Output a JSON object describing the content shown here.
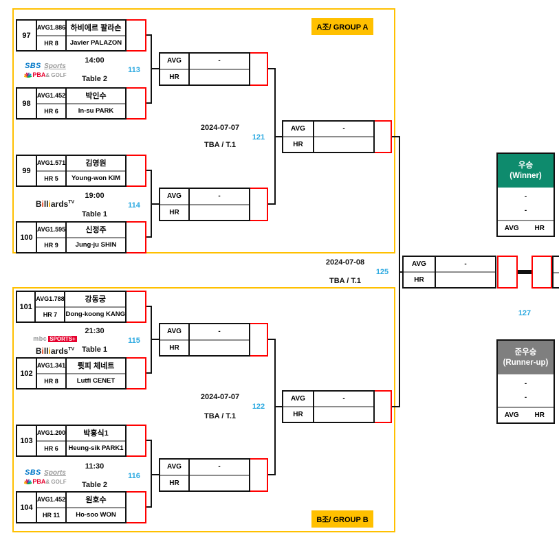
{
  "labels": {
    "avg": "AVG",
    "hr": "HR"
  },
  "groups": [
    {
      "label": "A조/ GROUP A",
      "players": [
        {
          "num": "97",
          "avg": "AVG1.886",
          "hr": "HR 8",
          "name_kr": "하비에르 팔라손",
          "name_en": "Javier PALAZON"
        },
        {
          "num": "98",
          "avg": "AVG1.452",
          "hr": "HR 6",
          "name_kr": "박인수",
          "name_en": "In-su PARK"
        },
        {
          "num": "99",
          "avg": "AVG1.571",
          "hr": "HR 5",
          "name_kr": "김영원",
          "name_en": "Young-won KIM"
        },
        {
          "num": "100",
          "avg": "AVG1.595",
          "hr": "HR 9",
          "name_kr": "신정주",
          "name_en": "Jung-ju SHIN"
        }
      ],
      "matches": [
        {
          "no": "113",
          "time": "14:00",
          "table": "Table 2",
          "avg_value": "-",
          "hr_value": ""
        },
        {
          "no": "114",
          "time": "19:00",
          "table": "Table 1",
          "avg_value": "-",
          "hr_value": ""
        }
      ],
      "semifinal": {
        "no": "121",
        "date": "2024-07-07",
        "venue": "TBA / T.1",
        "avg_value": "-",
        "hr_value": ""
      }
    },
    {
      "label": "B조/ GROUP B",
      "players": [
        {
          "num": "101",
          "avg": "AVG1.788",
          "hr": "HR 7",
          "name_kr": "강동궁",
          "name_en": "Dong-koong KANG"
        },
        {
          "num": "102",
          "avg": "AVG1.341",
          "hr": "HR 8",
          "name_kr": "륏피 체네트",
          "name_en": "Lutfi CENET"
        },
        {
          "num": "103",
          "avg": "AVG1.200",
          "hr": "HR 6",
          "name_kr": "박홍식1",
          "name_en": "Heung-sik PARK1"
        },
        {
          "num": "104",
          "avg": "AVG1.452",
          "hr": "HR 11",
          "name_kr": "원호수",
          "name_en": "Ho-soo WON"
        }
      ],
      "matches": [
        {
          "no": "115",
          "time": "21:30",
          "table": "Table 1",
          "avg_value": "-",
          "hr_value": ""
        },
        {
          "no": "116",
          "time": "11:30",
          "table": "Table 2",
          "avg_value": "-",
          "hr_value": ""
        }
      ],
      "semifinal": {
        "no": "122",
        "date": "2024-07-07",
        "venue": "TBA / T.1",
        "avg_value": "-",
        "hr_value": ""
      }
    }
  ],
  "final": {
    "no": "125",
    "date": "2024-07-08",
    "venue": "TBA / T.1",
    "avg_value": "-",
    "hr_value": ""
  },
  "grand_final": {
    "no": "127"
  },
  "awards": {
    "winner": {
      "title_kr": "우승",
      "title_en": "(Winner)",
      "line1": "-",
      "line2": "-"
    },
    "runner_up": {
      "title_kr": "준우승",
      "title_en": "(Runner-up)",
      "line1": "-",
      "line2": "-"
    }
  },
  "logos": {
    "sbs": "SBS",
    "sbs_sports": "Sports",
    "pba": "PBA",
    "pba_golf": "& GOLF",
    "mbc": "mbc",
    "mbc_sports": "SPORTS+",
    "billiards_b": "B",
    "billiards_i1": "i",
    "billiards_m": "ll",
    "billiards_i2": "i",
    "billiards_rest": "ards",
    "billiards_tv": "TV"
  },
  "colors": {
    "group_border": "#FFC000",
    "match_no": "#29A8E0",
    "winner_header": "#0E8B6D",
    "runner_up_header": "#7F7F7F",
    "slot_border": "#FF0000"
  }
}
